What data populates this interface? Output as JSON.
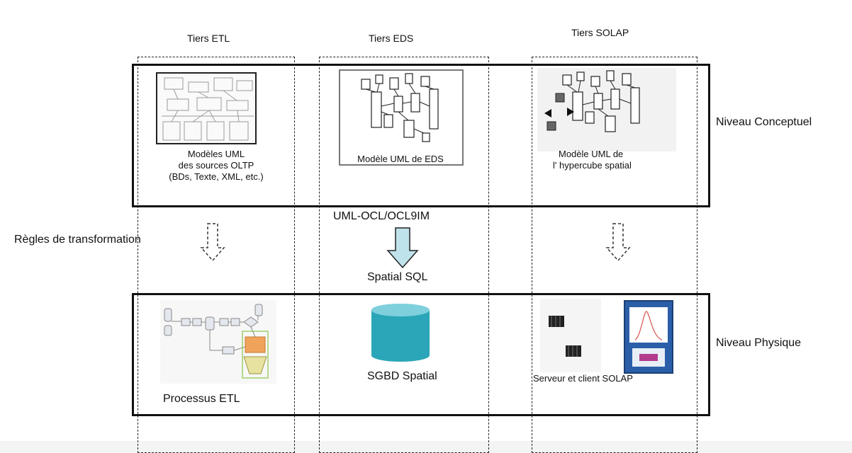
{
  "tiers": {
    "etl": "Tiers ETL",
    "eds": "Tiers EDS",
    "solap": "Tiers SOLAP"
  },
  "levels": {
    "conceptual": "Niveau Conceptuel",
    "physical": "Niveau Physique"
  },
  "conceptual": {
    "etl_caption_l1": "Modèles UML",
    "etl_caption_l2": "des sources OLTP",
    "etl_caption_l3": "(BDs, Texte, XML, etc.)",
    "eds_caption": "Modèle UML de EDS",
    "solap_caption_l1": "Modèle UML de",
    "solap_caption_l2": "l' hypercube spatial"
  },
  "transform": {
    "rules_label": "Règles de transformation",
    "ocl_label": "UML-OCL/OCL9IM",
    "spatial_sql_label": "Spatial SQL"
  },
  "physical": {
    "etl_caption": "Processus ETL",
    "eds_caption": "SGBD Spatial",
    "solap_caption": "Serveur et client SOLAP"
  },
  "colors": {
    "cylinder_fill": "#2aa6b8",
    "cylinder_top": "#7fd0dc",
    "arrow_fill": "#bfe3ea",
    "solap_panel": "#2b5ea8"
  }
}
